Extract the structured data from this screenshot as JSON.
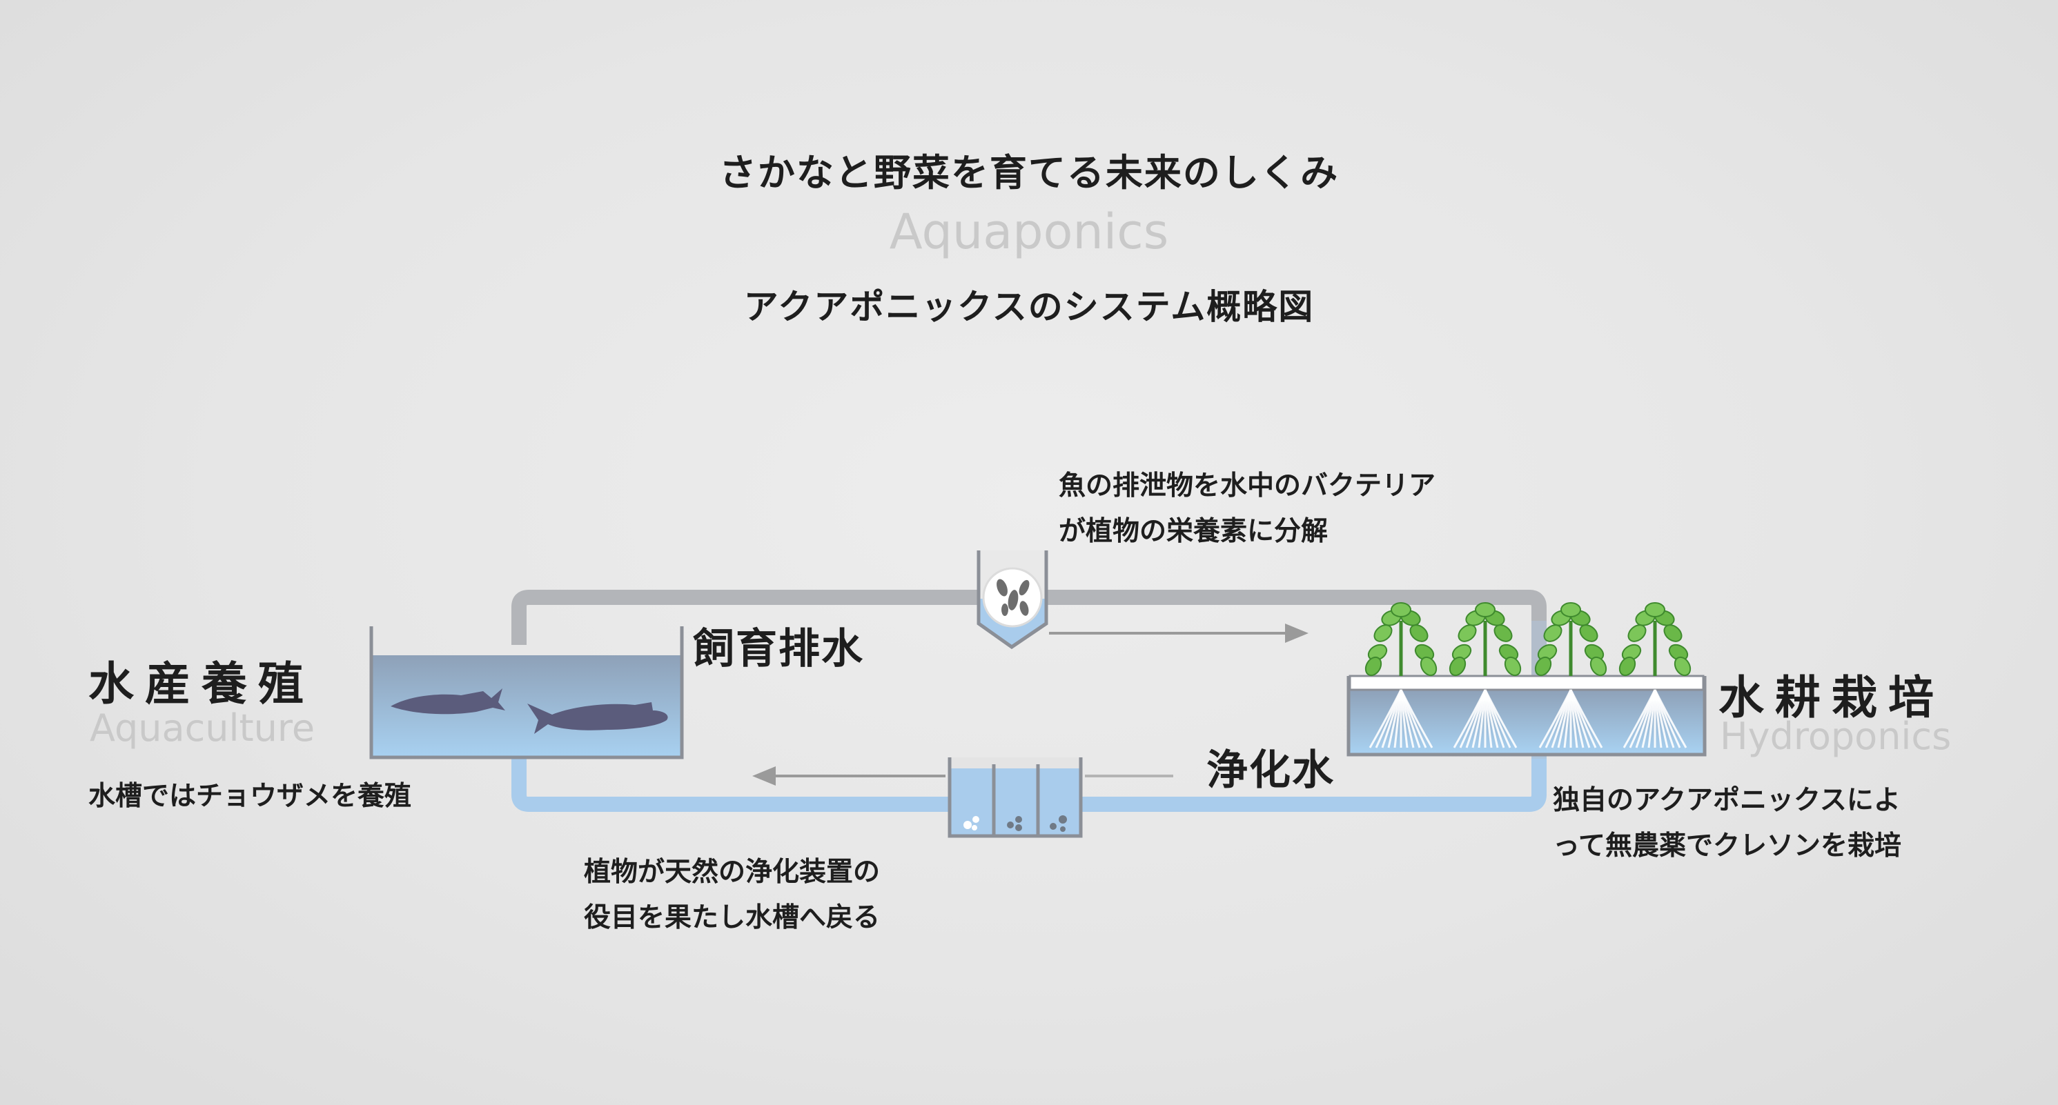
{
  "header": {
    "title": "さかなと野菜を育てる未来のしくみ",
    "subtitle_en": "Aquaponics",
    "caption": "アクアポニックスのシステム概略図"
  },
  "aquaculture": {
    "title": "水産養殖",
    "title_en": "Aquaculture",
    "description": "水槽ではチョウザメを養殖"
  },
  "hydroponics": {
    "title": "水耕栽培",
    "title_en": "Hydroponics",
    "description": [
      "独自のアクアポニックスによ",
      "って無農薬でクレソンを栽培"
    ]
  },
  "flows": {
    "drain_label": "飼育排水",
    "bacteria_note": [
      "魚の排泄物を水中のバクテリア",
      "が植物の栄養素に分解"
    ],
    "clean_label": "浄化水",
    "return_note": [
      "植物が天然の浄化装置の",
      "役目を果たし水槽へ戻る"
    ]
  },
  "colors": {
    "pipe_gray": "#b3b5b9",
    "pipe_blue": "#a9ccec",
    "water_top": "#8ea1b8",
    "water_bottom": "#a8d1f1",
    "tank_frame": "#8b8f97",
    "fish": "#5b5c7c",
    "leaf": "#6ab848",
    "leaf_dark": "#3f8a2e",
    "arrow": "#9a9a9a",
    "title_gray": "#c9c9c9"
  }
}
